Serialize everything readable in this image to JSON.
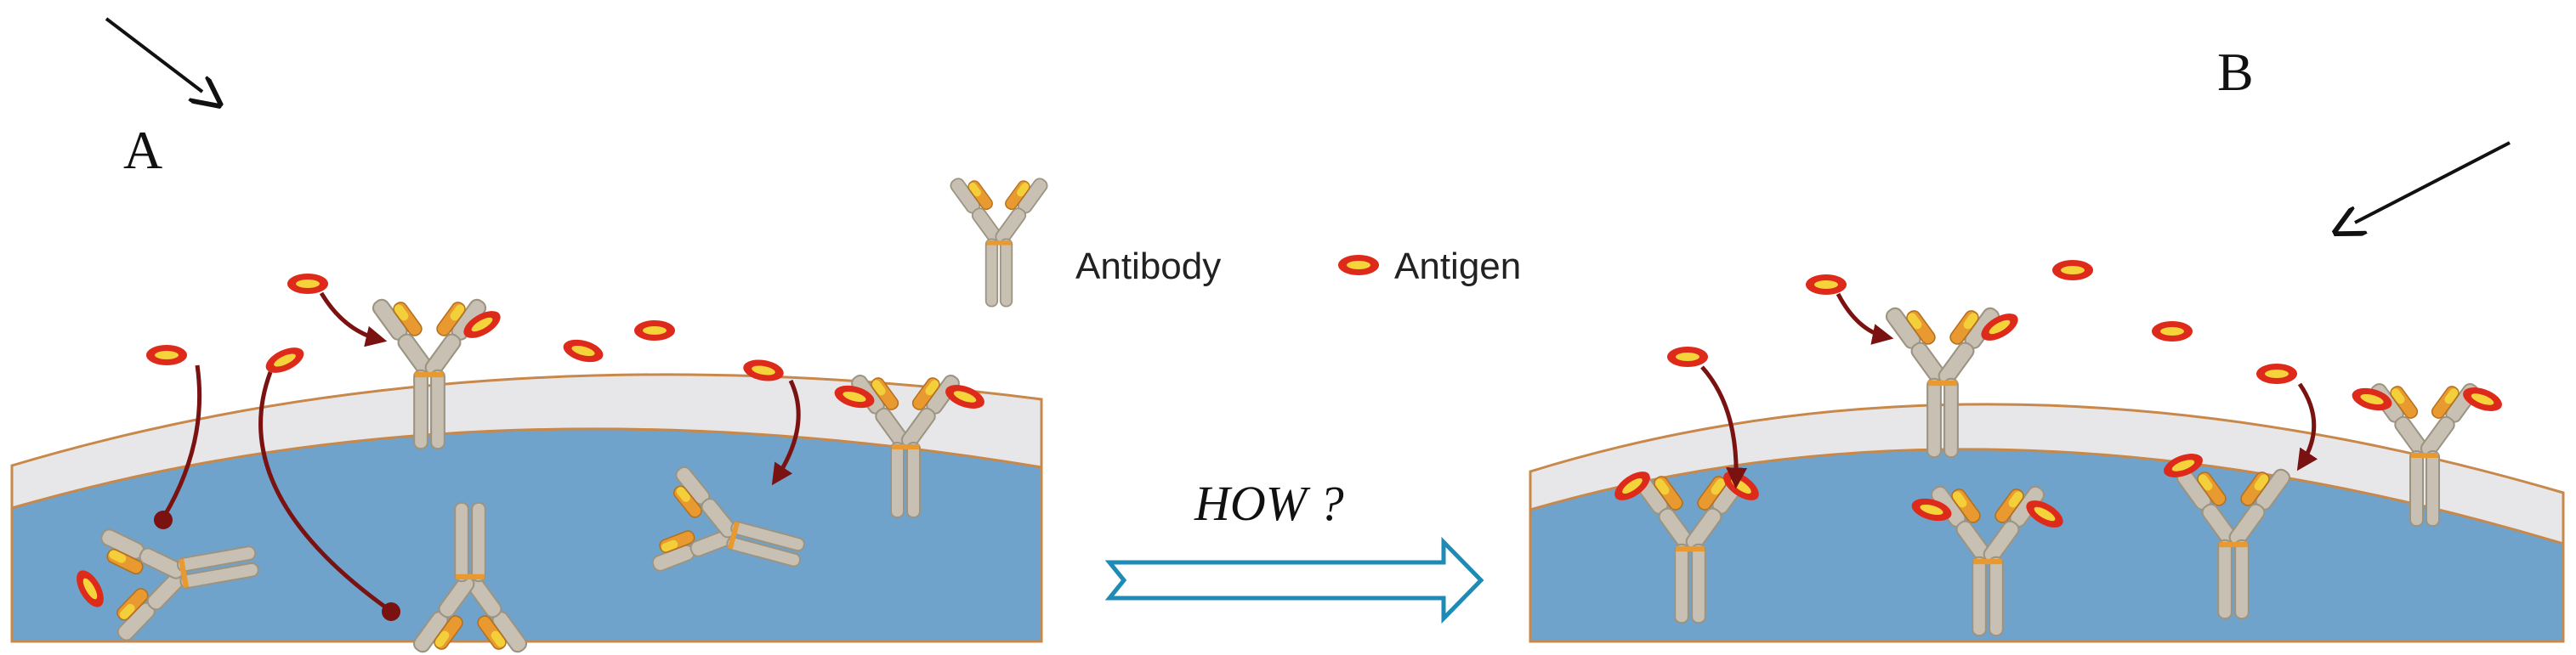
{
  "labels": {
    "panel_a": "A",
    "panel_b": "B",
    "how": "HOW ?"
  },
  "legend": {
    "antibody": "Antibody",
    "antigen": "Antigen"
  },
  "colors": {
    "cell_interior": "#6fa3cc",
    "membrane": "#e7e7e9",
    "membrane_outline": "#c8884a",
    "antibody_body": "#c8c1b3",
    "antibody_outline": "#9c9482",
    "antibody_tip_orange": "#e89a30",
    "antibody_tip_yellow": "#f3cf3a",
    "antigen_ring": "#dd2a1b",
    "antigen_core": "#f5d33a",
    "pathway_arrow": "#7a1212",
    "transition_arrow": "#1d8bb5"
  }
}
